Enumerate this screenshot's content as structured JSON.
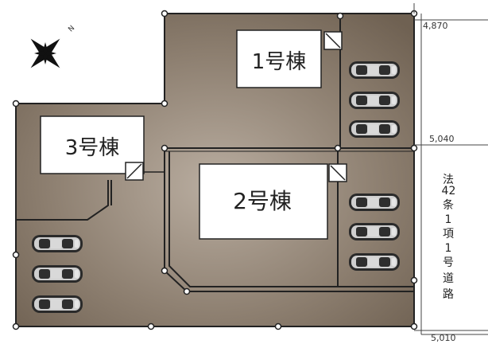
{
  "buildings": [
    {
      "label": "1号棟"
    },
    {
      "label": "2号棟"
    },
    {
      "label": "3号棟"
    }
  ],
  "road_label": [
    "法",
    "4",
    "2",
    "条",
    "1",
    "項",
    "1",
    "号",
    "道",
    "路"
  ],
  "dimensions": [
    "4,870",
    "5,040",
    "5,010"
  ],
  "compass": {
    "north_mark": "N",
    "icon": "compass-rose-icon"
  },
  "colors": {
    "lot": "#7e6f60",
    "lot_light": "#b3a79a",
    "line": "#2b2b2b",
    "building": "#ffffff",
    "car": "#2a2a2a"
  }
}
